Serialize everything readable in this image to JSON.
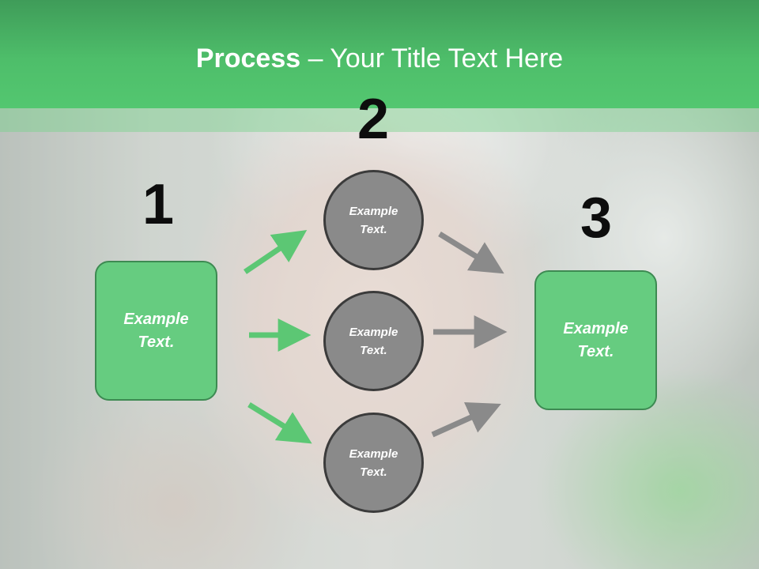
{
  "title": {
    "bold": "Process",
    "rest": " – Your Title Text Here"
  },
  "steps": {
    "num1": "1",
    "num2": "2",
    "num3": "3"
  },
  "left_box": {
    "text": "Example Text."
  },
  "right_box": {
    "text": "Example Text."
  },
  "circles": [
    {
      "text": "Example Text."
    },
    {
      "text": "Example Text."
    },
    {
      "text": "Example Text."
    }
  ],
  "colors": {
    "green_accent": "#53c770",
    "box_fill": "#66cc80",
    "circle_fill": "#8a8a8a",
    "arrow_green": "#5cc774",
    "arrow_gray": "#8a8a8a"
  }
}
